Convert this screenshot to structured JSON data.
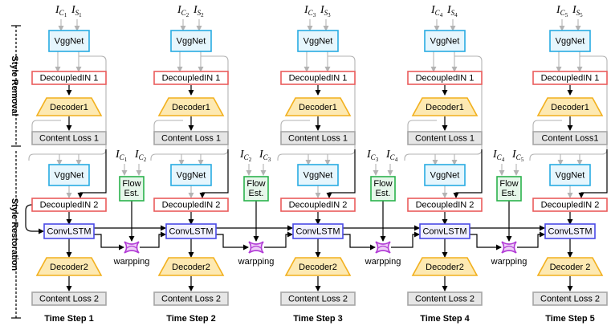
{
  "side_labels": {
    "removal": "Style Removal",
    "restoration": "Style Restoration"
  },
  "labels": {
    "vggnet": "VggNet",
    "decoupled_in_1": "DecoupledIN 1",
    "decoder1": "Decoder1",
    "content_loss_1": "Content Loss 1",
    "content_loss_1_alt": "Content Loss1",
    "decoupled_in_2": "DecoupledIN 2",
    "convlstm": "ConvLSTM",
    "decoder2": "Decoder2",
    "decoder2_alt": "Decoder 2",
    "content_loss_2": "Content Loss 2",
    "flow_line1": "Flow",
    "flow_line2": "Est.",
    "warping": "warpping"
  },
  "input_symbols": {
    "content": "I",
    "content_sub": "C",
    "style": "I",
    "style_sub": "S"
  },
  "steps": [
    {
      "label": "Time Step 1",
      "index": "1",
      "content_loss_1_label": "Content Loss 1",
      "decoder2_label": "Decoder2"
    },
    {
      "label": "Time Step 2",
      "index": "2",
      "content_loss_1_label": "Content Loss 1",
      "decoder2_label": "Decoder2"
    },
    {
      "label": "Time Step 3",
      "index": "3",
      "content_loss_1_label": "Content Loss 1",
      "decoder2_label": "Decoder2"
    },
    {
      "label": "Time Step 4",
      "index": "4",
      "content_loss_1_label": "Content Loss 1",
      "decoder2_label": "Decoder2"
    },
    {
      "label": "Time Step 5",
      "index": "5",
      "content_loss_1_label": "Content Loss1",
      "decoder2_label": "Decoder 2"
    }
  ],
  "flow_inputs": [
    {
      "a": "1",
      "b": "2"
    },
    {
      "a": "2",
      "b": "3"
    },
    {
      "a": "3",
      "b": "4"
    },
    {
      "a": "4",
      "b": "5"
    }
  ],
  "colors": {
    "vgg_stroke": "#29abe2",
    "vgg_fill": "#e6f6fd",
    "din_stroke": "#ea5b5b",
    "decoder_stroke": "#f2b01e",
    "decoder_fill": "#fde9b2",
    "loss_stroke": "#a6a6a6",
    "loss_fill": "#e6e6e6",
    "flow_stroke": "#2bb24c",
    "flow_fill": "#e6f7ea",
    "lstm_stroke": "#4a4ae6",
    "lstm_fill": "#f0f0ff",
    "warp_stroke": "#b23cd6",
    "warp_fill": "#eecff7",
    "gray_line": "#b3b3b3"
  }
}
